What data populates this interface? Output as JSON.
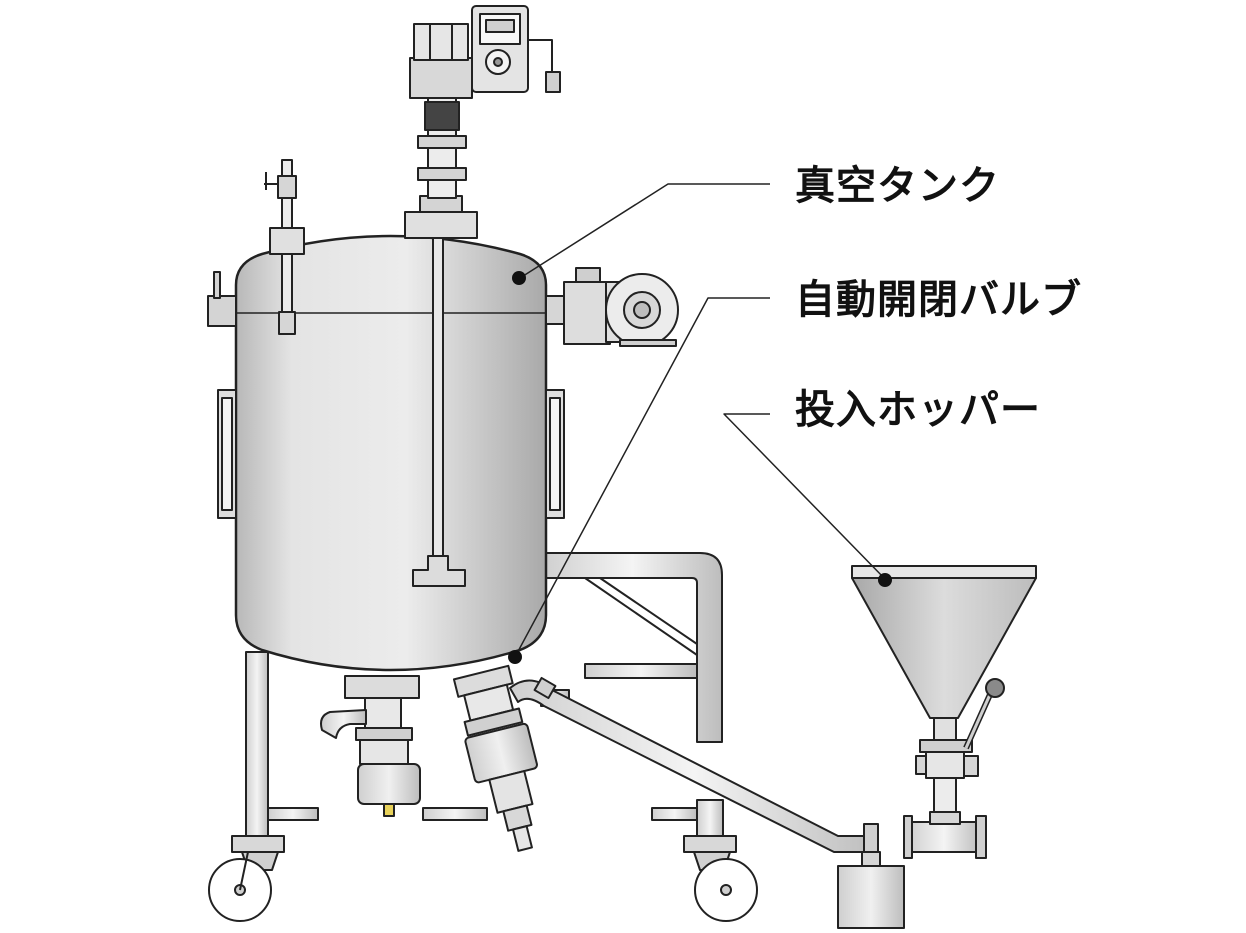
{
  "labels": {
    "vacuum_tank": "真空タンク",
    "auto_valve": "自動開閉バルブ",
    "hopper": "投入ホッパー"
  },
  "colors": {
    "outline": "#222222",
    "metal_light": "#f2f2f2",
    "metal_mid": "#d9d9d9",
    "metal_dark": "#b5b5b5",
    "gold_outlet": "#e8d25a",
    "background": "#ffffff"
  }
}
